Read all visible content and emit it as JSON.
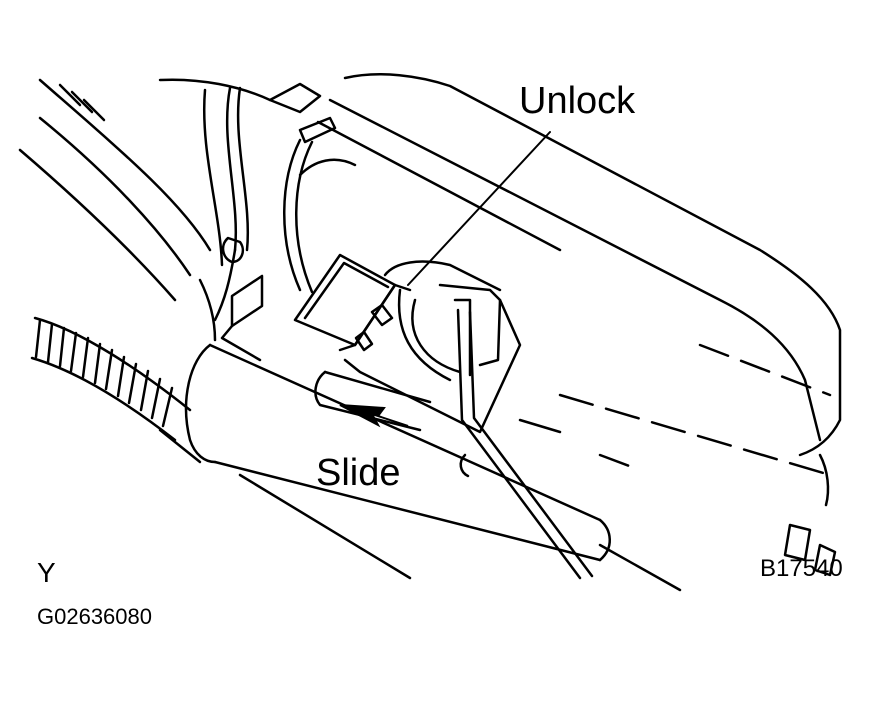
{
  "diagram": {
    "callouts": {
      "unlock": "Unlock",
      "slide": "Slide",
      "view_letter": "Y",
      "figure_ref": "B17540"
    },
    "image_code": "G02636080",
    "line_color": "#000000",
    "background_color": "#ffffff"
  }
}
